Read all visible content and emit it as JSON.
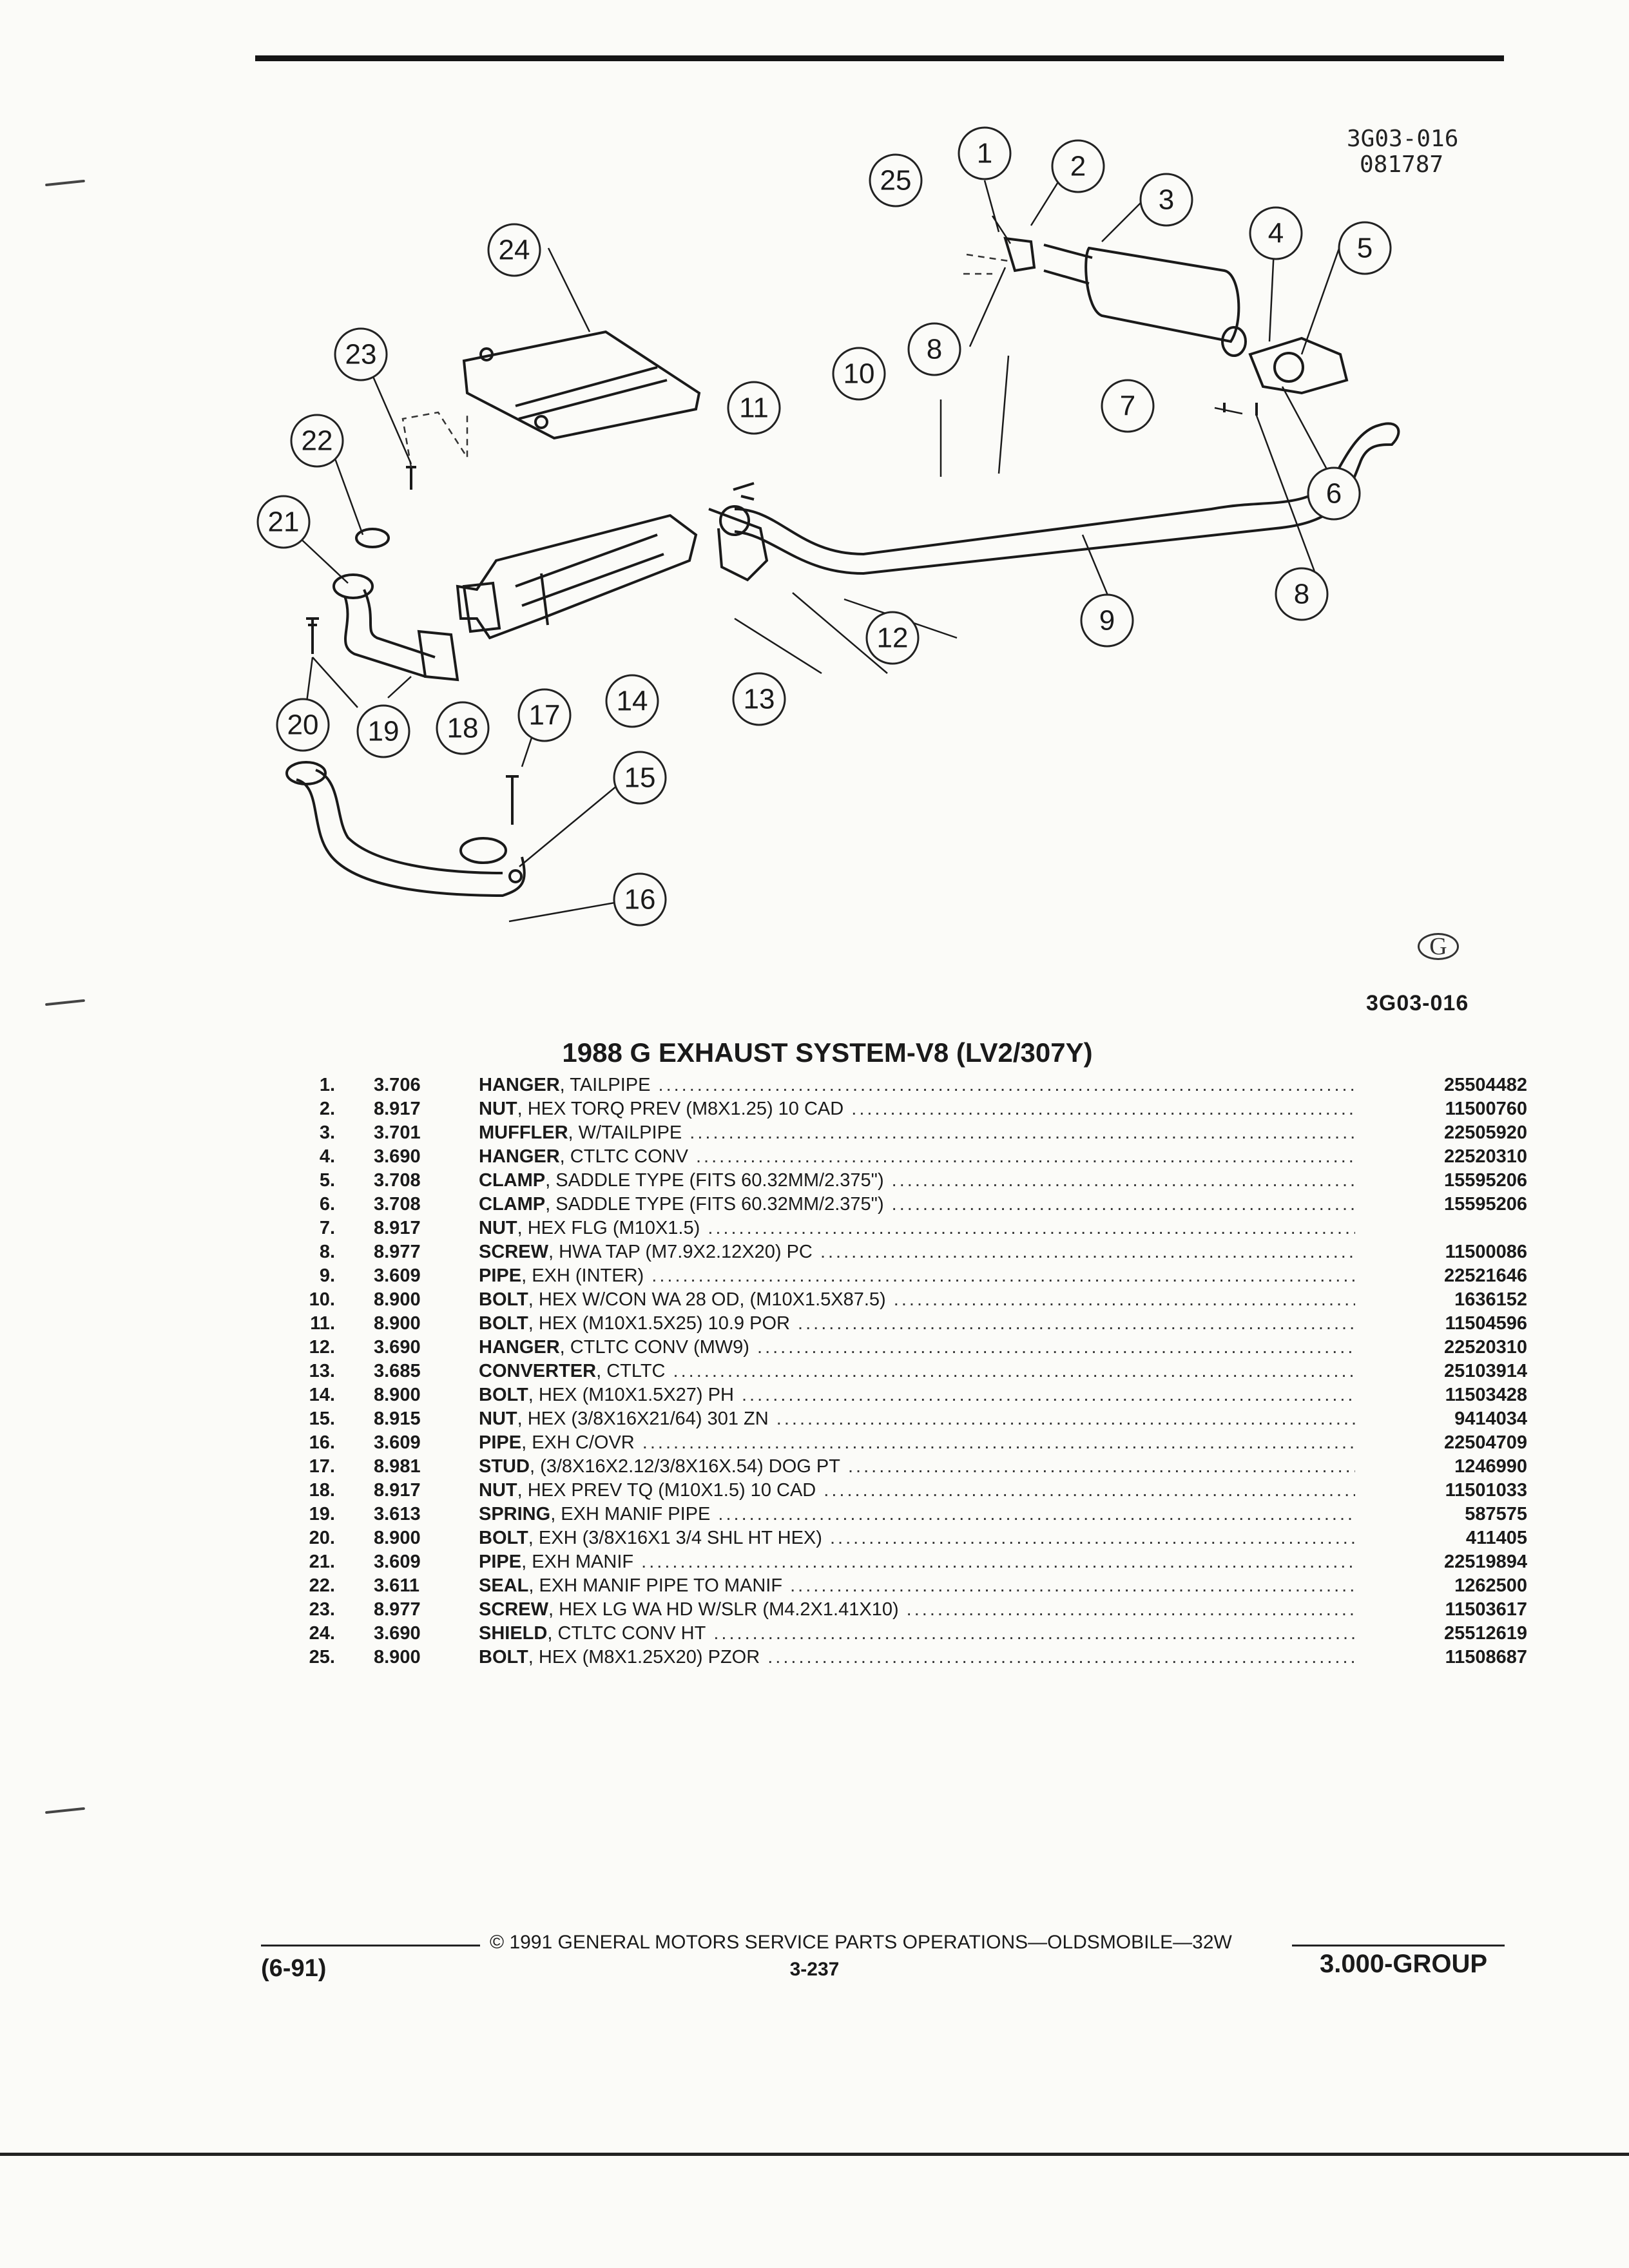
{
  "header": {
    "reference_code": "3G03-016",
    "reference_date": "081787"
  },
  "figure": {
    "id": "3G03-016",
    "logo": "G",
    "callouts": [
      "1",
      "2",
      "3",
      "4",
      "5",
      "6",
      "7",
      "8",
      "8",
      "9",
      "10",
      "11",
      "12",
      "13",
      "14",
      "15",
      "16",
      "17",
      "18",
      "19",
      "20",
      "21",
      "22",
      "23",
      "24",
      "25"
    ]
  },
  "title": "1988 G EXHAUST SYSTEM-V8 (LV2/307Y)",
  "parts": [
    {
      "num": "1.",
      "group": "3.706",
      "name": "HANGER",
      "detail": ", TAILPIPE",
      "part_no": "25504482"
    },
    {
      "num": "2.",
      "group": "8.917",
      "name": "NUT",
      "detail": ", HEX TORQ PREV (M8X1.25) 10 CAD",
      "part_no": "11500760"
    },
    {
      "num": "3.",
      "group": "3.701",
      "name": "MUFFLER",
      "detail": ", W/TAILPIPE",
      "part_no": "22505920"
    },
    {
      "num": "4.",
      "group": "3.690",
      "name": "HANGER",
      "detail": ", CTLTC CONV",
      "part_no": "22520310"
    },
    {
      "num": "5.",
      "group": "3.708",
      "name": "CLAMP",
      "detail": ", SADDLE TYPE (FITS 60.32MM/2.375\")",
      "part_no": "15595206"
    },
    {
      "num": "6.",
      "group": "3.708",
      "name": "CLAMP",
      "detail": ", SADDLE TYPE (FITS 60.32MM/2.375\")",
      "part_no": "15595206"
    },
    {
      "num": "7.",
      "group": "8.917",
      "name": "NUT",
      "detail": ", HEX FLG (M10X1.5)",
      "part_no": ""
    },
    {
      "num": "8.",
      "group": "8.977",
      "name": "SCREW",
      "detail": ", HWA TAP (M7.9X2.12X20) PC",
      "part_no": "11500086"
    },
    {
      "num": "9.",
      "group": "3.609",
      "name": "PIPE",
      "detail": ", EXH (INTER)",
      "part_no": "22521646"
    },
    {
      "num": "10.",
      "group": "8.900",
      "name": "BOLT",
      "detail": ", HEX W/CON WA 28 OD, (M10X1.5X87.5)",
      "part_no": "1636152"
    },
    {
      "num": "11.",
      "group": "8.900",
      "name": "BOLT",
      "detail": ", HEX (M10X1.5X25) 10.9 POR",
      "part_no": "11504596"
    },
    {
      "num": "12.",
      "group": "3.690",
      "name": "HANGER",
      "detail": ", CTLTC CONV (MW9)",
      "part_no": "22520310"
    },
    {
      "num": "13.",
      "group": "3.685",
      "name": "CONVERTER",
      "detail": ", CTLTC",
      "part_no": "25103914"
    },
    {
      "num": "14.",
      "group": "8.900",
      "name": "BOLT",
      "detail": ", HEX (M10X1.5X27) PH",
      "part_no": "11503428"
    },
    {
      "num": "15.",
      "group": "8.915",
      "name": "NUT",
      "detail": ", HEX (3/8X16X21/64) 301 ZN",
      "part_no": "9414034"
    },
    {
      "num": "16.",
      "group": "3.609",
      "name": "PIPE",
      "detail": ", EXH C/OVR",
      "part_no": "22504709"
    },
    {
      "num": "17.",
      "group": "8.981",
      "name": "STUD",
      "detail": ", (3/8X16X2.12/3/8X16X.54) DOG PT",
      "part_no": "1246990"
    },
    {
      "num": "18.",
      "group": "8.917",
      "name": "NUT",
      "detail": ", HEX PREV TQ (M10X1.5) 10 CAD",
      "part_no": "11501033"
    },
    {
      "num": "19.",
      "group": "3.613",
      "name": "SPRING",
      "detail": ", EXH MANIF PIPE",
      "part_no": "587575"
    },
    {
      "num": "20.",
      "group": "8.900",
      "name": "BOLT",
      "detail": ", EXH (3/8X16X1 3/4 SHL HT HEX)",
      "part_no": "411405"
    },
    {
      "num": "21.",
      "group": "3.609",
      "name": "PIPE",
      "detail": ", EXH MANIF",
      "part_no": "22519894"
    },
    {
      "num": "22.",
      "group": "3.611",
      "name": "SEAL",
      "detail": ", EXH MANIF PIPE TO MANIF",
      "part_no": "1262500"
    },
    {
      "num": "23.",
      "group": "8.977",
      "name": "SCREW",
      "detail": ", HEX LG WA HD W/SLR (M4.2X1.41X10)",
      "part_no": "11503617"
    },
    {
      "num": "24.",
      "group": "3.690",
      "name": "SHIELD",
      "detail": ", CTLTC CONV HT",
      "part_no": "25512619"
    },
    {
      "num": "25.",
      "group": "8.900",
      "name": "BOLT",
      "detail": ", HEX (M8X1.25X20) PZOR",
      "part_no": "11508687"
    }
  ],
  "footer": {
    "copyright": "© 1991 GENERAL MOTORS SERVICE PARTS OPERATIONS—OLDSMOBILE—32W",
    "page": "3-237",
    "date_code": "(6-91)",
    "group": "3.000-GROUP"
  }
}
